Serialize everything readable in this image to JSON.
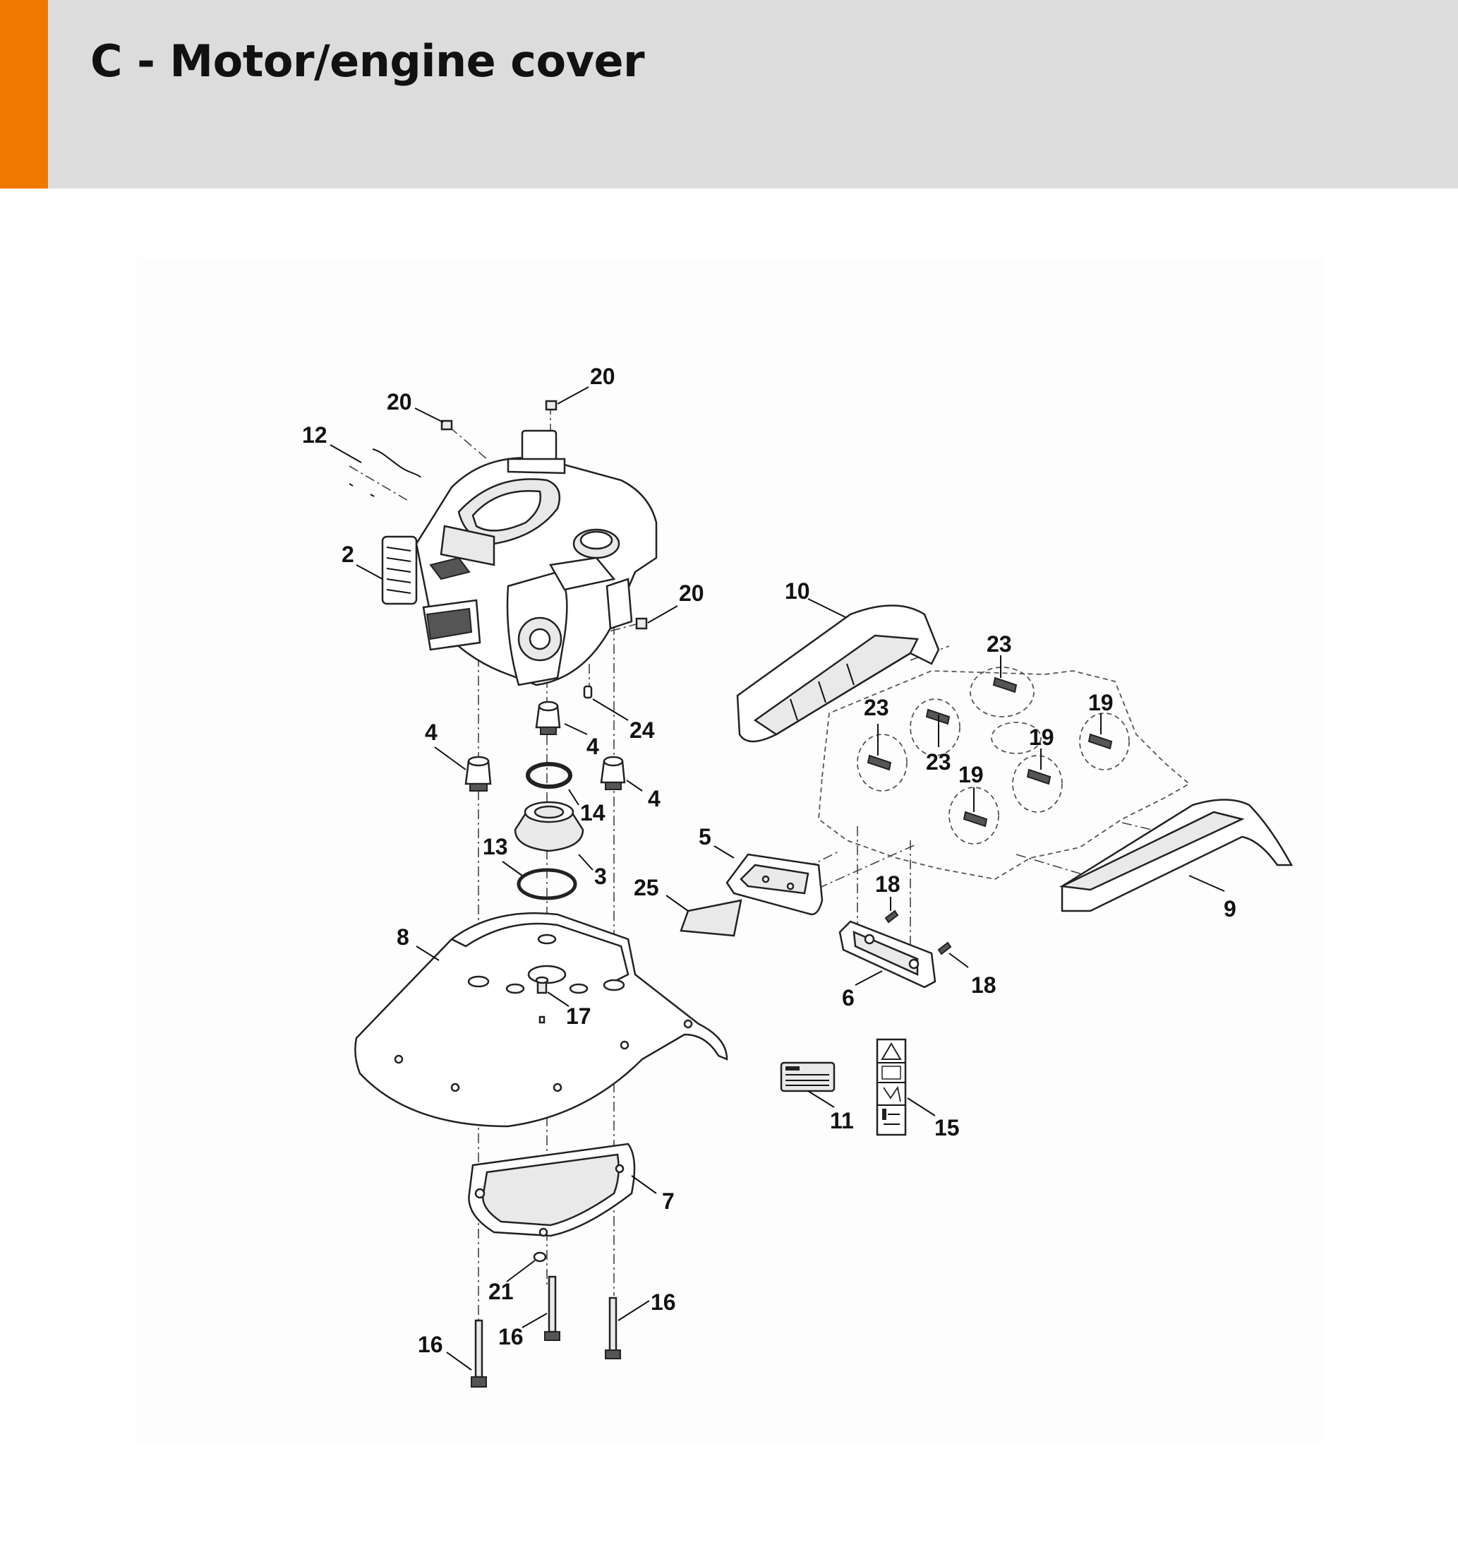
{
  "header": {
    "title": "C - Motor/engine cover",
    "accent_color": "#f07800",
    "band_color": "#dcdcdc"
  },
  "diagram": {
    "callouts": {
      "c20a": "20",
      "c20b": "20",
      "c20c": "20",
      "c12": "12",
      "c2": "2",
      "c10": "10",
      "c23a": "23",
      "c23b": "23",
      "c23c": "23",
      "c19a": "19",
      "c19b": "19",
      "c19c": "19",
      "c4a": "4",
      "c4b": "4",
      "c4c": "4",
      "c24": "24",
      "c14": "14",
      "c13": "13",
      "c3": "3",
      "c5": "5",
      "c25": "25",
      "c18a": "18",
      "c18b": "18",
      "c9": "9",
      "c8": "8",
      "c17": "17",
      "c6": "6",
      "c11": "11",
      "c15": "15",
      "c7": "7",
      "c21": "21",
      "c16a": "16",
      "c16b": "16",
      "c16c": "16"
    }
  }
}
